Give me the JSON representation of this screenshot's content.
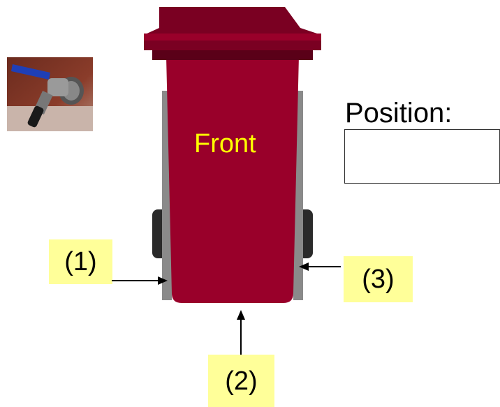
{
  "position": {
    "label": "Position:",
    "value": ""
  },
  "bin": {
    "front_label": "Front",
    "body_color": "#99002a",
    "lid_color": "#7a0022"
  },
  "markers": [
    {
      "id": "1",
      "label": "(1)"
    },
    {
      "id": "2",
      "label": "(2)"
    },
    {
      "id": "3",
      "label": "(3)"
    }
  ],
  "label_bg": "#ffff99"
}
